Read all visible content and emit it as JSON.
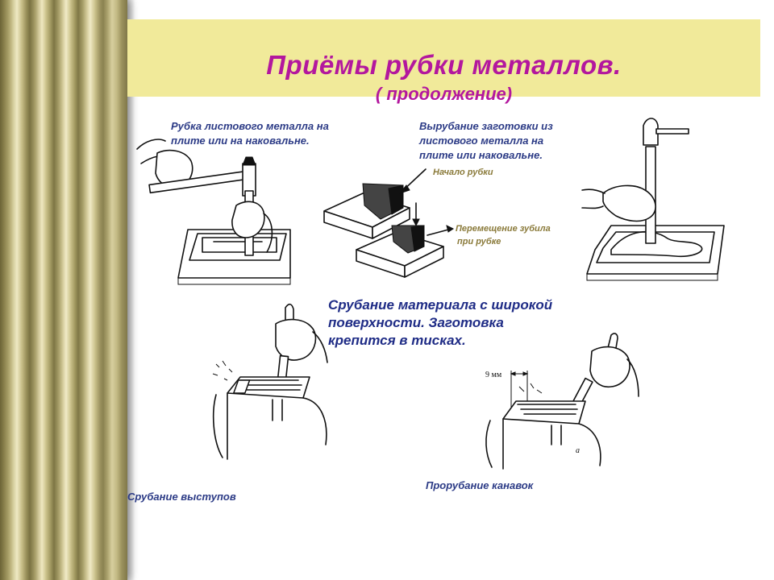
{
  "slide": {
    "title": "Приёмы рубки металлов.",
    "subtitle": "( продолжение)"
  },
  "captions": {
    "sheet_metal": [
      "Рубка листового металла на",
      "плите или на наковальне."
    ],
    "blank_cutting": [
      "Вырубание заготовки из",
      "листового металла на",
      "плите или наковальне."
    ],
    "start_label": "Начало рубки",
    "move_label": [
      "Перемещение зубила",
      "при рубке"
    ],
    "wide_surface": [
      "Срубание материала с широкой",
      "поверхности. Заготовка",
      "крепится в тисках."
    ],
    "protrusions": "Срубание выступов",
    "grooves": "Прорубание канавок",
    "dimension": "9 мм",
    "figure_letter": "а"
  },
  "colors": {
    "title": "#b3179e",
    "title_band": "#f1ea9a",
    "caption": "#2c3b86",
    "note": "#8a7a3a"
  }
}
